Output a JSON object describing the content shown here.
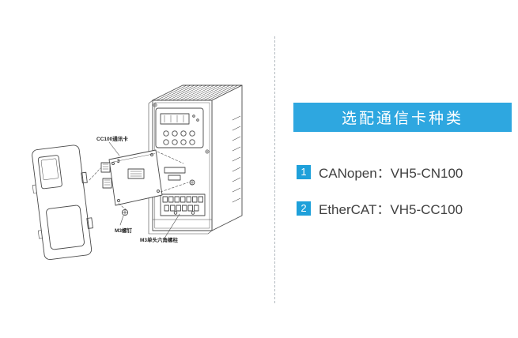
{
  "panel": {
    "title": "选配通信卡种类",
    "items": [
      {
        "num": "1",
        "label": "CANopen：VH5-CN100"
      },
      {
        "num": "2",
        "label": "EtherCAT：VH5-CC100"
      }
    ]
  },
  "diagram": {
    "labels": {
      "card": "CC100通讯卡",
      "screw": "M3螺钉",
      "standoff": "M3单头六角螺柱",
      "slot_num": "3"
    }
  },
  "colors": {
    "accent": "#2ea7e0",
    "badge": "#1ea0da",
    "line": "#4a4a4a",
    "text": "#404040"
  }
}
